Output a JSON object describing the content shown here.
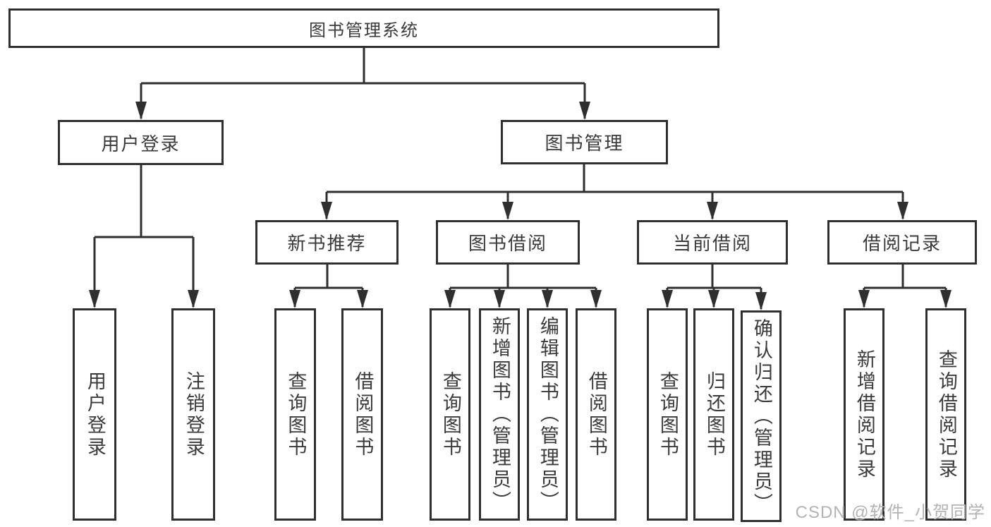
{
  "colors": {
    "line": "#2f2f2f",
    "box_border": "#2f2f2f",
    "text": "#3a3a3a",
    "background": "#ffffff",
    "watermark": "#b3b3b3"
  },
  "tree": {
    "label": "图书管理系统",
    "children": [
      {
        "label": "用户登录",
        "children": [
          {
            "label": "用户登录"
          },
          {
            "label": "注销登录"
          }
        ]
      },
      {
        "label": "图书管理",
        "children": [
          {
            "label": "新书推荐",
            "children": [
              {
                "label": "查询图书"
              },
              {
                "label": "借阅图书"
              }
            ]
          },
          {
            "label": "图书借阅",
            "children": [
              {
                "label": "查询图书"
              },
              {
                "label": "新增图书（管理员）"
              },
              {
                "label": "编辑图书（管理员）"
              },
              {
                "label": "借阅图书"
              }
            ]
          },
          {
            "label": "当前借阅",
            "children": [
              {
                "label": "查询图书"
              },
              {
                "label": "归还图书"
              },
              {
                "label": "确认归还（管理员）"
              }
            ]
          },
          {
            "label": "借阅记录",
            "children": [
              {
                "label": "新增借阅记录"
              },
              {
                "label": "查询借阅记录"
              }
            ]
          }
        ]
      }
    ]
  },
  "watermark": {
    "text": "CSDN @软件_小贺同学"
  }
}
